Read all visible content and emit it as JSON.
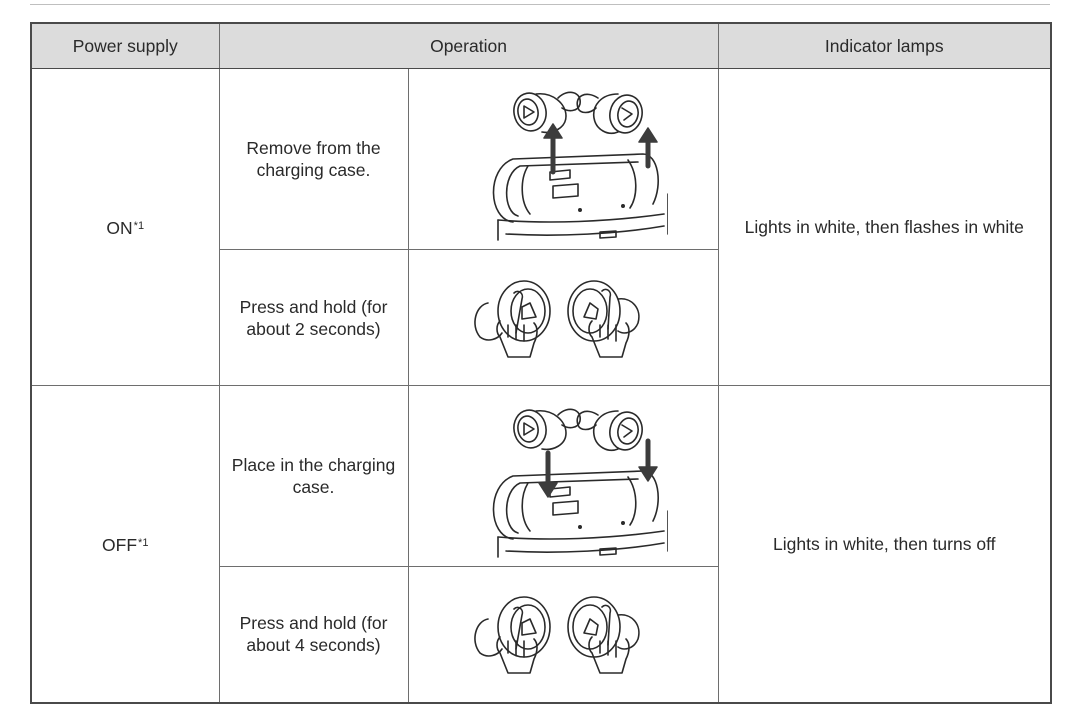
{
  "headers": {
    "power_supply": "Power supply",
    "operation": "Operation",
    "indicator_lamps": "Indicator lamps"
  },
  "rows": [
    {
      "state": "ON",
      "note_mark": "*1",
      "indicator": "Lights in white, then flashes in white",
      "operations": [
        {
          "text": "Remove from the charging case.",
          "illustration": "earbuds-lifting-out-of-case"
        },
        {
          "text": "Press and hold (for about 2 seconds)",
          "illustration": "fingers-pressing-earbuds"
        }
      ]
    },
    {
      "state": "OFF",
      "note_mark": "*1",
      "indicator": "Lights in white, then turns off",
      "operations": [
        {
          "text": "Place in the charging case.",
          "illustration": "earbuds-lowering-into-case"
        },
        {
          "text": "Press and hold (for about 4 seconds)",
          "illustration": "fingers-pressing-earbuds"
        }
      ]
    }
  ]
}
